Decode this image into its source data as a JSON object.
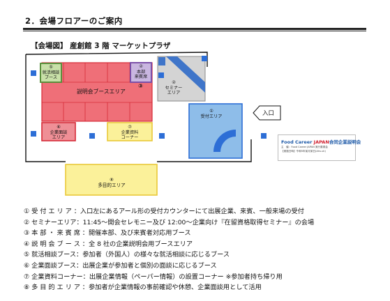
{
  "section_title": "2．会場フロアーのご案内",
  "floor_title": "【会場図】 産創館 3 階 マーケットプラザ",
  "map": {
    "booth_consult": [
      "⑤",
      "就活相談",
      "ブース"
    ],
    "booth_hq": [
      "②",
      "本部",
      "来賓席"
    ],
    "booth_briefing_num": "③",
    "booth_briefing": "説明会ブースエリア",
    "booth_seminar": [
      "②",
      "セミナー",
      "エリア"
    ],
    "booth_reception": [
      "①",
      "受付エリア"
    ],
    "booth_interview": [
      "⑥",
      "企業面談",
      "エリア"
    ],
    "booth_materials": [
      "⑦",
      "企業資料",
      "コーナー"
    ],
    "booth_multi": [
      "⑧",
      "多目的エリア"
    ],
    "entrance": "入口",
    "colors": {
      "red": "#ef6f78",
      "red_border": "#d62b37",
      "blue": "#2d6ed6",
      "blue_fill": "#8ebde9",
      "yellow": "#fbf19a",
      "yellow_border": "#e9c938",
      "green": "#c8e0a8",
      "green_border": "#5a8f3c",
      "purple": "#c9b6e0",
      "purple_border": "#7b4fa8"
    }
  },
  "banner": {
    "line1_en": "Food Career ",
    "line1_jp": "JAPAN",
    "line1_rest": "合同企業説明会",
    "line2": "主　催：Food Career JAPAN 実行委員会",
    "line3": "【実施日時】令和5年某月某日(Ahs.uk)"
  },
  "legend": [
    "① 受 付 エ リ ア ：入口左にあるアール形の受付カウンターにて出展企業、来賓、一般来場の受付",
    "② セミナーエリア：11:45～開会セレモニー及び 12:00～企業向け『在留資格取得セミナー』の会場",
    "③ 本 部 ・ 来 賓 席 ：開催本部、及び来賓者対応用ブース",
    "④ 説 明 会 ブ ー ス ：全 8 社の企業説明会用ブースエリア",
    "⑤ 就活相談ブース：参加者（外国人）の様々な就活相談に応じるブース",
    "⑥ 企業面談ブース：出展企業が参加者と個別の面談に応じるブース",
    "⑦ 企業資料コーナー：出展企業情報（ペーパー情報）の設置コーナー ※参加者持ち帰り用",
    "⑧ 多 目 的 エ リ ア ：参加者が企業情報の事前確認や休憩、企業面談用として活用"
  ]
}
